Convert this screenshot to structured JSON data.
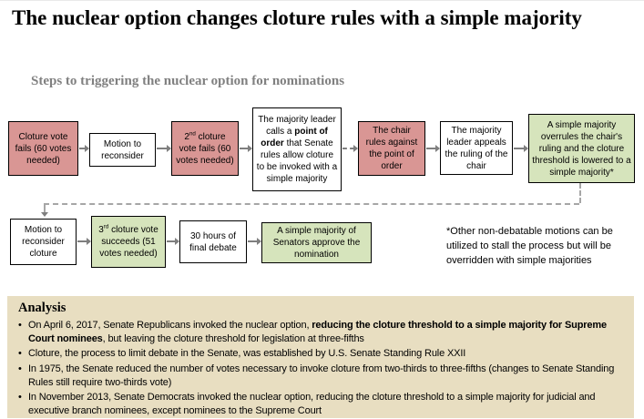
{
  "header": {
    "title": "The nuclear option changes cloture rules with a simple majority",
    "subtitle": "Steps to triggering the nuclear option for nominations"
  },
  "flow": {
    "cloture_vote_fails": {
      "text": "Cloture vote fails (60 votes needed)"
    },
    "motion_to_reconsider": {
      "text": "Motion to reconsider"
    },
    "second_cloture_vote_fails": {
      "num": "2",
      "sup": "nd",
      "rest": " cloture vote fails (60 votes needed)"
    },
    "majority_leader_point_of_order": {
      "pre": "The majority leader calls a ",
      "bold": "point of order",
      "post": " that Senate rules allow cloture to be invoked with a simple majority"
    },
    "chair_rules_against": {
      "text": "The chair rules against the point of order"
    },
    "leader_appeals_ruling": {
      "text": "The majority leader appeals the ruling of the chair"
    },
    "simple_majority_overrules": {
      "text": "A simple majority overrules the chair's ruling and the cloture threshold is lowered to a simple majority*"
    },
    "motion_reconsider_cloture": {
      "text": "Motion to reconsider cloture"
    },
    "third_cloture_vote_succeeds": {
      "num": "3",
      "sup": "rd",
      "rest": " cloture vote succeeds (51 votes needed)"
    },
    "thirty_hours_debate": {
      "text": "30 hours of final debate"
    },
    "majority_approves_nomination": {
      "text": "A simple majority of Senators approve the nomination"
    },
    "footnote": "*Other non-debatable motions can be utilized to stall the process but will be overridden with simple majorities"
  },
  "analysis": {
    "heading": "Analysis",
    "bullet1": {
      "pre": "On April 6, 2017, Senate Republicans invoked the nuclear option, ",
      "bold": "reducing the cloture threshold to a simple majority for Supreme Court nominees",
      "post": ", but leaving the cloture threshold for legislation at three-fifths"
    },
    "bullet2": "Cloture, the process to limit debate in the Senate, was established by U.S. Senate Standing Rule XXII",
    "bullet3": "In 1975, the Senate reduced the number of votes necessary to invoke cloture from two-thirds to three-fifths (changes to Senate Standing Rules still require two-thirds vote)",
    "bullet4": "In November 2013, Senate Democrats invoked the nuclear option, reducing the cloture threshold to a simple majority for judicial and executive branch nominees, except nominees to the Supreme Court"
  },
  "colors": {
    "fail_box": "#d99694",
    "success_box": "#d6e4bc",
    "neutral_box": "#ffffff",
    "analysis_background": "#e8dec1",
    "arrow": "#7f7f7f",
    "subtitle_text": "#808080"
  }
}
